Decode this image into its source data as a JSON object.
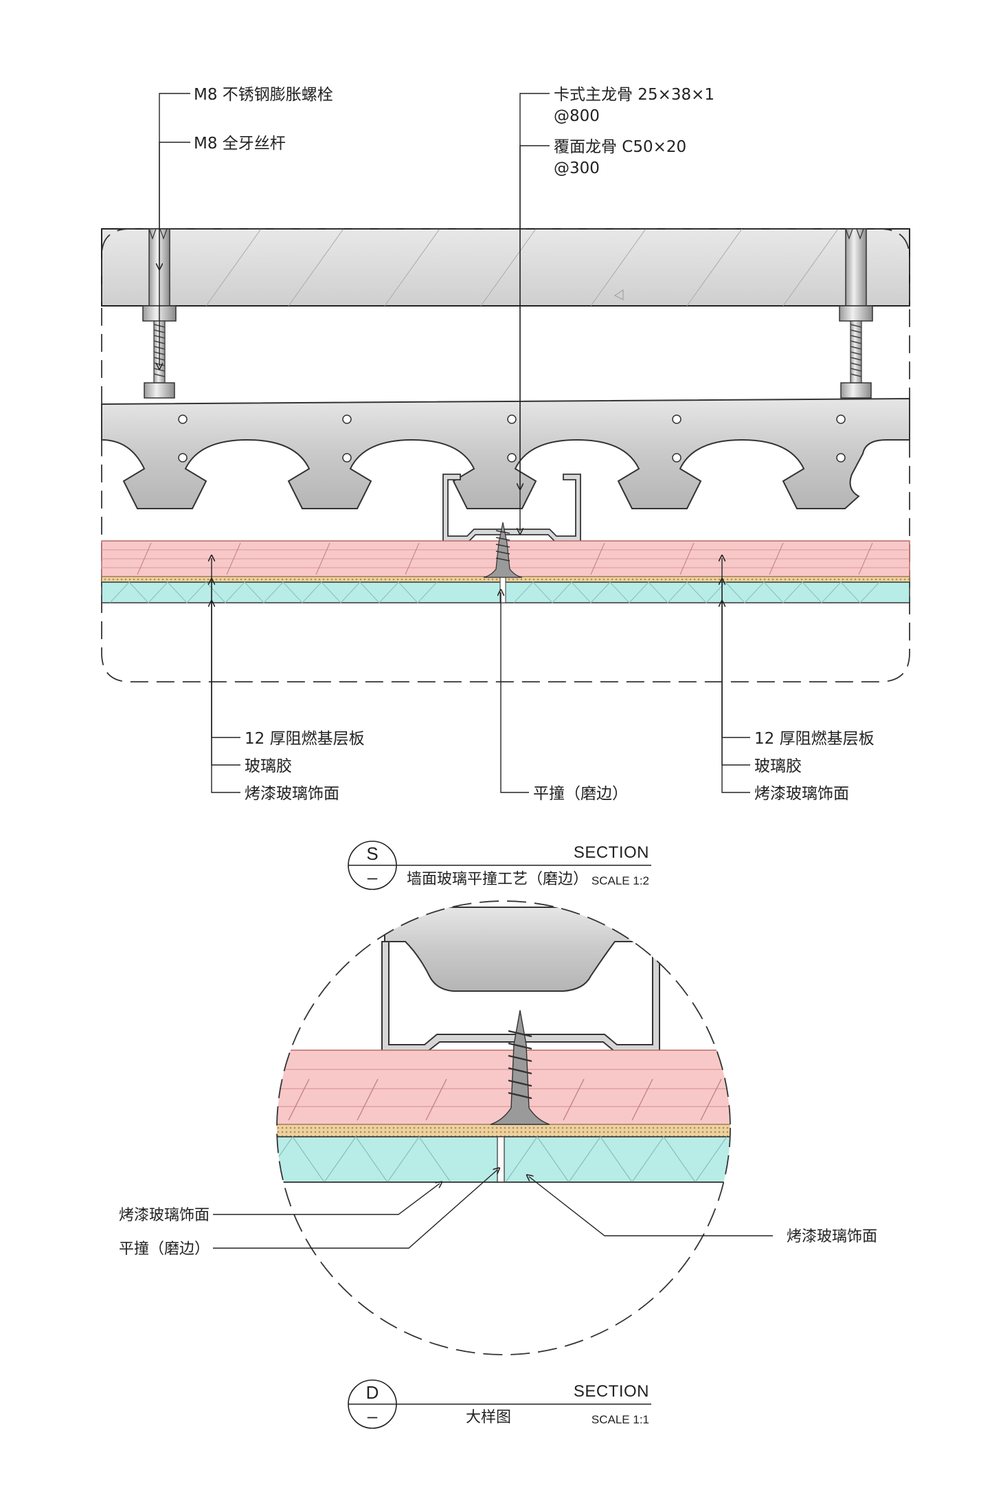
{
  "section1": {
    "callouts_top": {
      "bolt": "M8 不锈钢膨胀螺栓",
      "rod": "M8 全牙丝杆",
      "main_keel": "卡式主龙骨 25×38×1",
      "main_keel_spacing": "@800",
      "cover_keel": "覆面龙骨 C50×20",
      "cover_keel_spacing": "@300"
    },
    "callouts_bottom_left": [
      "12 厚阻燃基层板",
      "玻璃胶",
      "烤漆玻璃饰面"
    ],
    "callout_center": "平撞（磨边）",
    "callouts_bottom_right": [
      "12 厚阻燃基层板",
      "玻璃胶",
      "烤漆玻璃饰面"
    ],
    "title_block": {
      "symbol_letter": "S",
      "symbol_sub": "–",
      "label": "SECTION",
      "name": "墙面玻璃平撞工艺（磨边）",
      "scale": "SCALE 1:2"
    }
  },
  "section2": {
    "callouts": {
      "left_top": "烤漆玻璃饰面",
      "left_bottom": "平撞（磨边）",
      "right": "烤漆玻璃饰面"
    },
    "title_block": {
      "symbol_letter": "D",
      "symbol_sub": "–",
      "label": "SECTION",
      "name": "大样图",
      "scale": "SCALE 1:1"
    }
  },
  "colors": {
    "board": "#f8c8c8",
    "board_line": "#c98080",
    "glass": "#b8ece6",
    "glue": "#e8c890",
    "concrete": "#d9d9d9",
    "metal": "#cfcfcf"
  }
}
